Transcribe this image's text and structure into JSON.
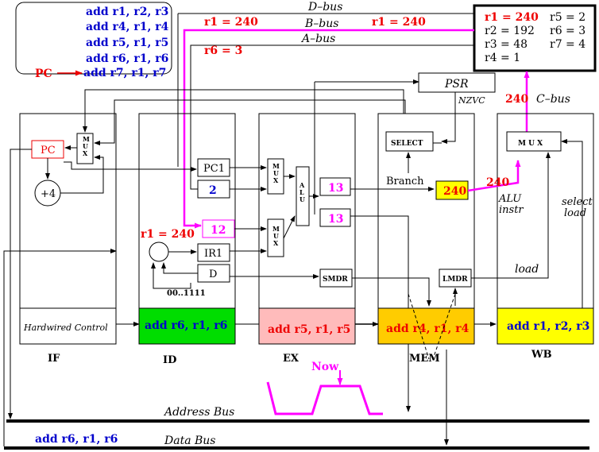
{
  "program": {
    "pc_label": "PC",
    "instructions": [
      "add r1, r2, r3",
      "add r4, r1, r4",
      "add r5, r1, r5",
      "add r6, r1, r6",
      "add r7, r1, r7"
    ]
  },
  "buses": {
    "d_bus": "D–bus",
    "b_bus": "B–bus",
    "a_bus": "A–bus",
    "c_bus": "C–bus",
    "b_bus_value_left": "r1 = 240",
    "b_bus_value_right": "r1 = 240",
    "a_bus_value": "r6 = 3",
    "c_bus_value": "240",
    "address_bus": "Address Bus",
    "data_bus": "Data Bus",
    "data_bus_value": "add r6, r1, r6"
  },
  "registers": {
    "r1": "r1 = 240",
    "r2": "r2 = 192",
    "r3": "r3 = 48",
    "r4": "r4 = 1",
    "r5": "r5 = 2",
    "r6": "r6 = 3",
    "r7": "r7 = 4"
  },
  "psr": {
    "label": "PSR",
    "flags": "NZVC"
  },
  "if_stage": {
    "pc": "PC",
    "mux": "M\nU\nX",
    "plus4": "+4",
    "hardwired": "Hardwired Control",
    "stage": "IF"
  },
  "id_stage": {
    "pc1": "PC1",
    "val_2": "2",
    "val_12": "12",
    "ir1": "IR1",
    "d": "D",
    "const": "00..1111",
    "r1_label": "r1 = 240",
    "instr": "add r6, r1, r6",
    "stage": "ID"
  },
  "ex_stage": {
    "mux_top": "M\nU\nX",
    "mux_bot": "M\nU\nX",
    "alu": "A\nL\nU",
    "val_13_top": "13",
    "val_13_bot": "13",
    "smdr": "SMDR",
    "instr": "add r5, r1, r5",
    "stage": "EX"
  },
  "mem_stage": {
    "select": "SELECT",
    "branch": "Branch",
    "result": "240",
    "result_out": "240",
    "lmdr": "LMDR",
    "instr": "add r4, r1, r4",
    "stage": "MEM"
  },
  "wb_stage": {
    "mux": "M U X",
    "alu_instr": "ALU\ninstr",
    "select_load": "select\nload",
    "load": "load",
    "instr": "add r1, r2, r3",
    "stage": "WB"
  },
  "clock": {
    "now": "Now"
  },
  "colors": {
    "magenta": "#ff00ff",
    "blue": "#0000cc",
    "red": "#ee0000",
    "green": "#00dd00",
    "pink": "#ffbbbb",
    "orange": "#ffcc00",
    "yellow": "#ffff00"
  }
}
